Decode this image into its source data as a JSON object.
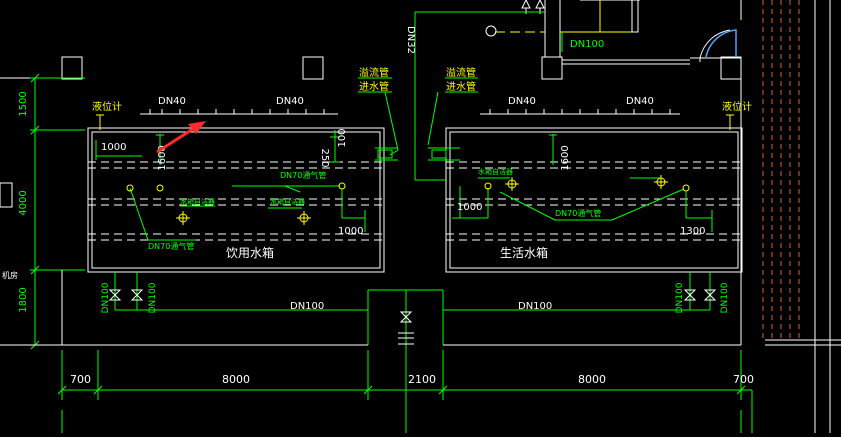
{
  "colors": {
    "background": "#000000",
    "white": "#ffffff",
    "green": "#00ff00",
    "yellow": "#ffff00",
    "red": "#ff2a2a",
    "orange": "#d2691e"
  },
  "labels": {
    "dn32": "DN32",
    "dn100_top": "DN100",
    "dn100_left": "DN100",
    "dn100_right": "DN100",
    "dn40_1": "DN40",
    "dn40_2": "DN40",
    "dn40_3": "DN40",
    "dn40_4": "DN40",
    "level_gauge_left": "液位计",
    "level_gauge_right": "液位计",
    "overflow_left": "溢流管",
    "inlet_left": "进水管",
    "overflow_right": "溢流管",
    "inlet_right": "进水管",
    "dim_1500": "1500",
    "dim_4000": "4000",
    "dim_1800": "1800",
    "dim_1000_a": "1000",
    "dim_1600_a": "1600",
    "dim_250": "250",
    "dim_100": "100",
    "dim_1000_b": "1000",
    "dim_1000_c": "1000",
    "dim_1600_b": "1600",
    "dim_1300": "1300",
    "vent_1": "DN70通气管",
    "vent_2": "DN70通气管",
    "vent_3": "DN70通气管",
    "cleaner_1": "水箱自洁器",
    "cleaner_2": "水箱自洁器",
    "cleaner_3": "水箱自洁器",
    "tank_left": "饮用水箱",
    "tank_right": "生活水箱",
    "drain_1": "DN100",
    "drain_2": "DN100",
    "drain_3": "DN100",
    "drain_4": "DN100",
    "room_left": "机房",
    "bottom_700_l": "700",
    "bottom_8000_l": "8000",
    "bottom_2100": "2100",
    "bottom_8000_r": "8000",
    "bottom_700_r": "700"
  }
}
